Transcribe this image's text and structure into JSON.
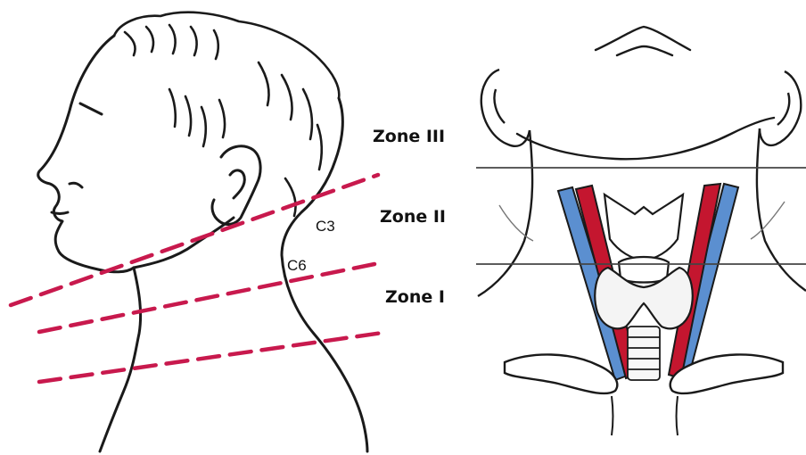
{
  "labels": {
    "zone_3": "Zone III",
    "zone_2": "Zone II",
    "zone_1": "Zone I",
    "c3": "C3",
    "c6": "C6"
  },
  "colors": {
    "zone_line": "#c8194d",
    "artery": "#c4162f",
    "vein": "#5b8fd0",
    "outline": "#1a1a1a",
    "divider": "#444444"
  },
  "illustrations": {
    "left": "lateral-head-neck-profile",
    "right": "anterior-neck-dissection"
  }
}
